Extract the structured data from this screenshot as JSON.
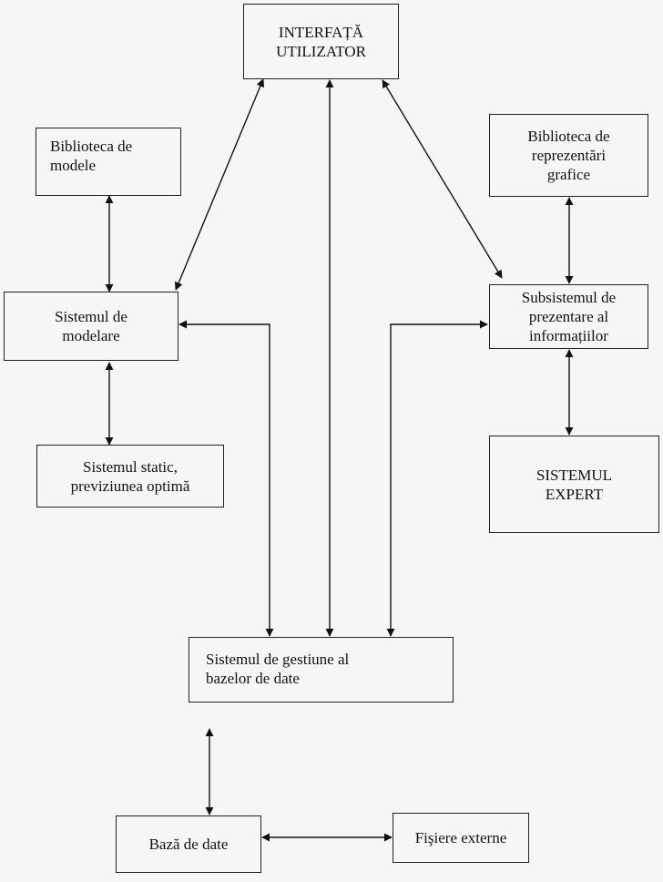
{
  "diagram": {
    "nodes": {
      "interfata": "INTERFAȚĂ\nUTILIZATOR",
      "biblioteca_modele": "Biblioteca  de\nmodele",
      "biblioteca_grafice": "Biblioteca de\nreprezentări\ngrafice",
      "sistemul_modelare": "Sistemul de\nmodelare",
      "subsistemul_prezentare": "Subsistemul de\nprezentare al\ninformațiilor",
      "sistemul_static": "Sistemul static,\npreviziunea optimă",
      "sistemul_expert": "SISTEMUL\nEXPERT",
      "sistemul_gestiune": "Sistemul de gestiune al\nbazelor de date",
      "baza_date": "Bază de date",
      "fisiere_externe": "Fişiere externe"
    },
    "connections": [
      {
        "from": "interfata",
        "to": "sistemul_modelare",
        "type": "bidirectional"
      },
      {
        "from": "interfata",
        "to": "sistemul_gestiune",
        "type": "bidirectional"
      },
      {
        "from": "interfata",
        "to": "subsistemul_prezentare",
        "type": "bidirectional"
      },
      {
        "from": "biblioteca_modele",
        "to": "sistemul_modelare",
        "type": "bidirectional"
      },
      {
        "from": "sistemul_modelare",
        "to": "sistemul_static",
        "type": "bidirectional"
      },
      {
        "from": "sistemul_modelare",
        "to": "sistemul_gestiune",
        "type": "bidirectional"
      },
      {
        "from": "biblioteca_grafice",
        "to": "subsistemul_prezentare",
        "type": "bidirectional"
      },
      {
        "from": "subsistemul_prezentare",
        "to": "sistemul_expert",
        "type": "bidirectional"
      },
      {
        "from": "subsistemul_prezentare",
        "to": "sistemul_gestiune",
        "type": "bidirectional"
      },
      {
        "from": "sistemul_gestiune",
        "to": "baza_date",
        "type": "bidirectional"
      },
      {
        "from": "baza_date",
        "to": "fisiere_externe",
        "type": "bidirectional"
      }
    ]
  }
}
